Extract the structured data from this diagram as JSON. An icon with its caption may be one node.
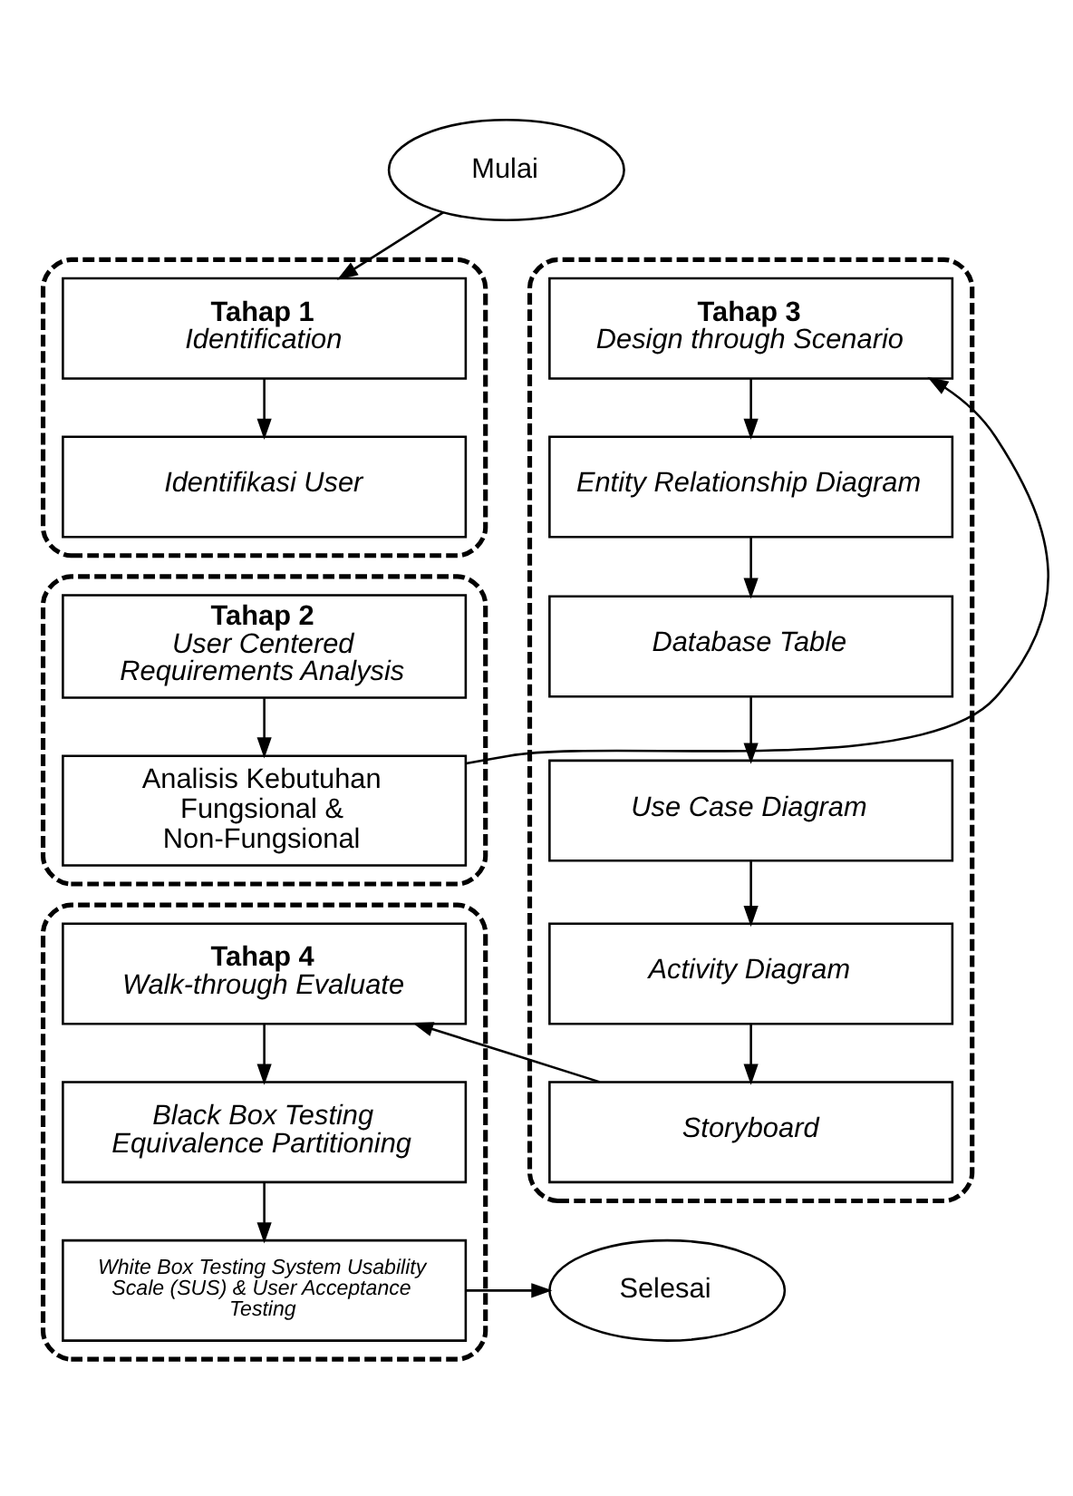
{
  "diagram": {
    "nodes": [
      {
        "text": [
          "Mulai"
        ]
      },
      {
        "text": [],
        "shape": "box"
      },
      {
        "text": [
          "Tahap 1",
          "Identification"
        ],
        "in": 1
      },
      {
        "text": [
          "Identifikasi User"
        ],
        "in": 1
      },
      {
        "text": [],
        "shape": "box"
      },
      {
        "text": [
          "Tahap 2",
          "User Centered Requirements Analysis"
        ],
        "in": 4
      },
      {
        "text": [
          "Analisis Kebutuhan Fungsional & Non-Fungsional"
        ],
        "in": 4
      },
      {
        "text": [],
        "shape": "box"
      },
      {
        "text": [
          "Tahap 3",
          "Design through Scenario"
        ],
        "in": 7
      },
      {
        "text": [
          "Entity Relationship Diagram"
        ],
        "in": 7
      },
      {
        "text": [
          "Database Table"
        ],
        "in": 7
      },
      {
        "text": [
          "Use Case Diagram"
        ],
        "in": 7
      },
      {
        "text": [
          "Activity Diagram"
        ],
        "in": 7
      },
      {
        "text": [
          "Storyboard"
        ],
        "in": 7
      },
      {
        "text": [],
        "shape": "box"
      },
      {
        "text": [
          "Tahap 4",
          "Walk-through Evaluate"
        ],
        "in": 14
      },
      {
        "text": [
          "Black Box Testing Equivalence Partitioning"
        ],
        "in": 14
      },
      {
        "text": [
          "White Box Testing System Usability Scale (SUS) & User Acceptance Testing"
        ],
        "in": 14
      },
      {
        "text": [
          "Selesai"
        ]
      }
    ],
    "edges": [
      {
        "from": 0,
        "to": 2,
        "arrow": "to"
      },
      {
        "from": 2,
        "to": 3,
        "arrow": "to"
      },
      {
        "from": 5,
        "to": 6,
        "arrow": "to"
      },
      {
        "from": 6,
        "to": 8,
        "arrow": "to"
      },
      {
        "from": 8,
        "to": 9,
        "arrow": "to"
      },
      {
        "from": 9,
        "to": 10,
        "arrow": "to"
      },
      {
        "from": 10,
        "to": 11,
        "arrow": "to"
      },
      {
        "from": 11,
        "to": 12,
        "arrow": "to"
      },
      {
        "from": 12,
        "to": 13,
        "arrow": "to"
      },
      {
        "from": 13,
        "to": 15,
        "arrow": "to"
      },
      {
        "from": 15,
        "to": 16,
        "arrow": "to"
      },
      {
        "from": 16,
        "to": 17,
        "arrow": "to"
      },
      {
        "from": 17,
        "to": 18,
        "arrow": "to"
      }
    ]
  }
}
